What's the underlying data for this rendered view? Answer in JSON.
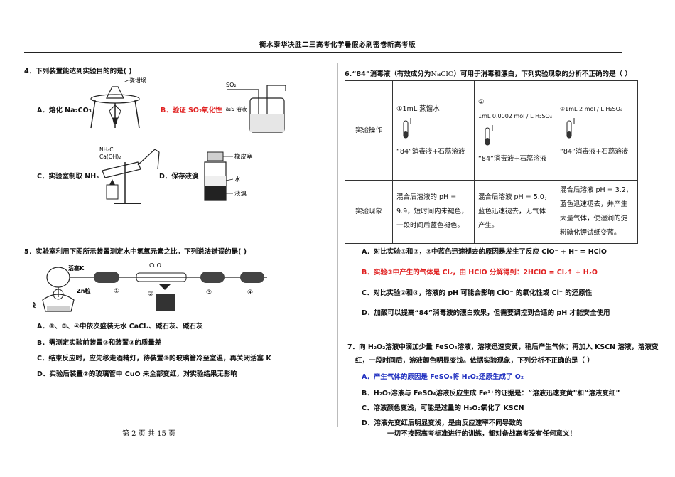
{
  "header": "衡水泰华决胜二三高考化学暑假必刷密卷新高考版",
  "q4": {
    "stem": "4．下列装置能达到实验目的的是(          )",
    "a": "A．熔化 Na₂CO₃",
    "b": "B．验证 SO₂氧化性",
    "c": "C．实验室制取 NH₃",
    "d": "D．保存液溴",
    "labels": {
      "crucible": "瓷坩埚",
      "so2": "SO₂",
      "na2s": "Na₂S 溶液",
      "nh4cl": "NH₄Cl",
      "caoh": "Ca(OH)₂",
      "stopper": "橡皮塞",
      "water": "水",
      "bromine": "液溴"
    }
  },
  "q5": {
    "stem": "5．实验室利用下图所示装置测定水中氢氧元素之比。下列说法错误的是(          )",
    "a": "A．①、③、④中依次盛装无水 CaCl₂、碱石灰、碱石灰",
    "b": "B．需测定实验前装置②和装置③的质量差",
    "c": "C．结束反应时，应先移走酒精灯，待装置②的玻璃管冷至室温，再关闭活塞 K",
    "d": "D．实验后装置②的玻璃管中 CuO 未全部变红，对实验结果无影响",
    "labels": {
      "valve": "活塞K",
      "zn": "Zn粒",
      "acid": "盐酸",
      "cuo": "CuO",
      "n1": "①",
      "n2": "②",
      "n3": "③",
      "n4": "④"
    }
  },
  "q6": {
    "stem_a": "6.“84”消毒液（有效成分为",
    "naclo": "NaClO",
    "stem_b": "）可用于消毒和漂白，下列实验现象的分析不正确的是（      ）",
    "row1_label": "实验操作",
    "row2_label": "实验现象",
    "op1_top": "①1mL 蒸馏水",
    "op1_bottom": "“84”消毒液+石蕊溶液",
    "op2_num": "②",
    "op2_top": "1mL 0.0002 mol / L H₂SO₄",
    "op2_bottom": "“84”消毒液+石蕊溶液",
    "op3_top": "③1mL 2 mol / L H₂SO₄",
    "op3_bottom": "“84”消毒液+石蕊溶液",
    "obs1": "混合后溶液的 pH = 9.9，短时间内未褪色，一段时间后蓝色褪色。",
    "obs2": "混合后溶液 pH = 5.0，蓝色迅速褪去，无气体产生。",
    "obs3": "混合后溶液 pH = 3.2，蓝色迅速褪去，并产生大量气体，使湿润的淀粉碘化钾试纸变蓝。",
    "a": "A．对比实验①和②，②中蓝色迅速褪去的原因是发生了反应 ClO⁻ + H⁺ = HClO",
    "b": "B．实验③中产生的气体是 Cl₂，由 HClO 分解得到：2HClO = Cl₂↑ + H₂O",
    "c": "C．对比实验②和③，溶液的 pH 可能会影响 ClO⁻ 的氧化性或 Cl⁻ 的还原性",
    "d": "D．加酸可以提高“84”消毒液的漂白效果，但需要调控到合适的 pH 才能安全使用"
  },
  "q7": {
    "stem1": "7．向 H₂O₂溶液中滴加少量 FeSO₄溶液，溶液迅速变黄，稍后产生气体；再加入 KSCN 溶液，溶液变",
    "stem2": "红，一段时间后，溶液颜色明显变浅。依据实验现象，下列分析不正确的是（      ）",
    "a": "A．产生气体的原因是 FeSO₄将 H₂O₂还原生成了 O₂",
    "b": "B．H₂O₂溶液与 FeSO₄溶液反应生成 Fe³⁺的证据是：“溶液迅速变黄”和“溶液变红”",
    "c": "C．溶液颜色变浅，可能是过量的 H₂O₂氧化了 KSCN",
    "d": "D．溶液先变红后明显变浅，是由反应速率不同导致的"
  },
  "footer_page": "第 2 页      共 15 页",
  "footer_slogan": "一切不按照高考标准进行的训练，都对备战高考没有任何意义！"
}
